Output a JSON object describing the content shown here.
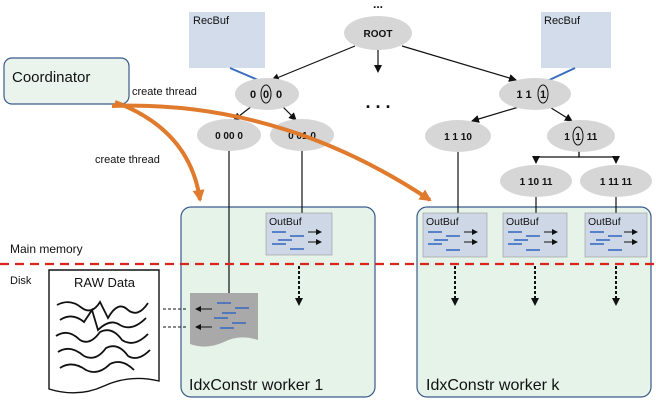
{
  "top_ellipsis": "...",
  "root_label": "ROOT",
  "middle_dots": ". . .",
  "recbuf_left": "RecBuf",
  "recbuf_right": "RecBuf",
  "coordinator": "Coordinator",
  "create_thread_1": "create thread",
  "create_thread_2": "create thread",
  "node_000": {
    "pre": "0",
    "mid": "0",
    "post": "0"
  },
  "node_0000": "0 00 0",
  "node_0010": "0 01 0",
  "node_111": {
    "pre": "1 1",
    "mid": "1"
  },
  "node_1110": "1 1 10",
  "node_1111": {
    "pre": "1",
    "mid": "1",
    "post": "11"
  },
  "node_11011": "1 10 11",
  "node_11111": "1 11 11",
  "main_memory": "Main memory",
  "disk": "Disk",
  "raw_data": "RAW Data",
  "outbuf_labels": [
    "OutBuf",
    "OutBuf",
    "OutBuf",
    "OutBuf"
  ],
  "worker_1": "IdxConstr worker 1",
  "worker_k": "IdxConstr worker k",
  "colors": {
    "worker_fill": "#e5f3e9",
    "worker_border": "#3a5a8c",
    "coordinator_fill": "#eaf4ec",
    "node_fill": "#d6d6d6",
    "recbuf_fill": "#d2dcea",
    "divider_red": "#d9251c",
    "thread_arrow": "#e07a2c",
    "buffer_lines": "#3a6cc0"
  }
}
